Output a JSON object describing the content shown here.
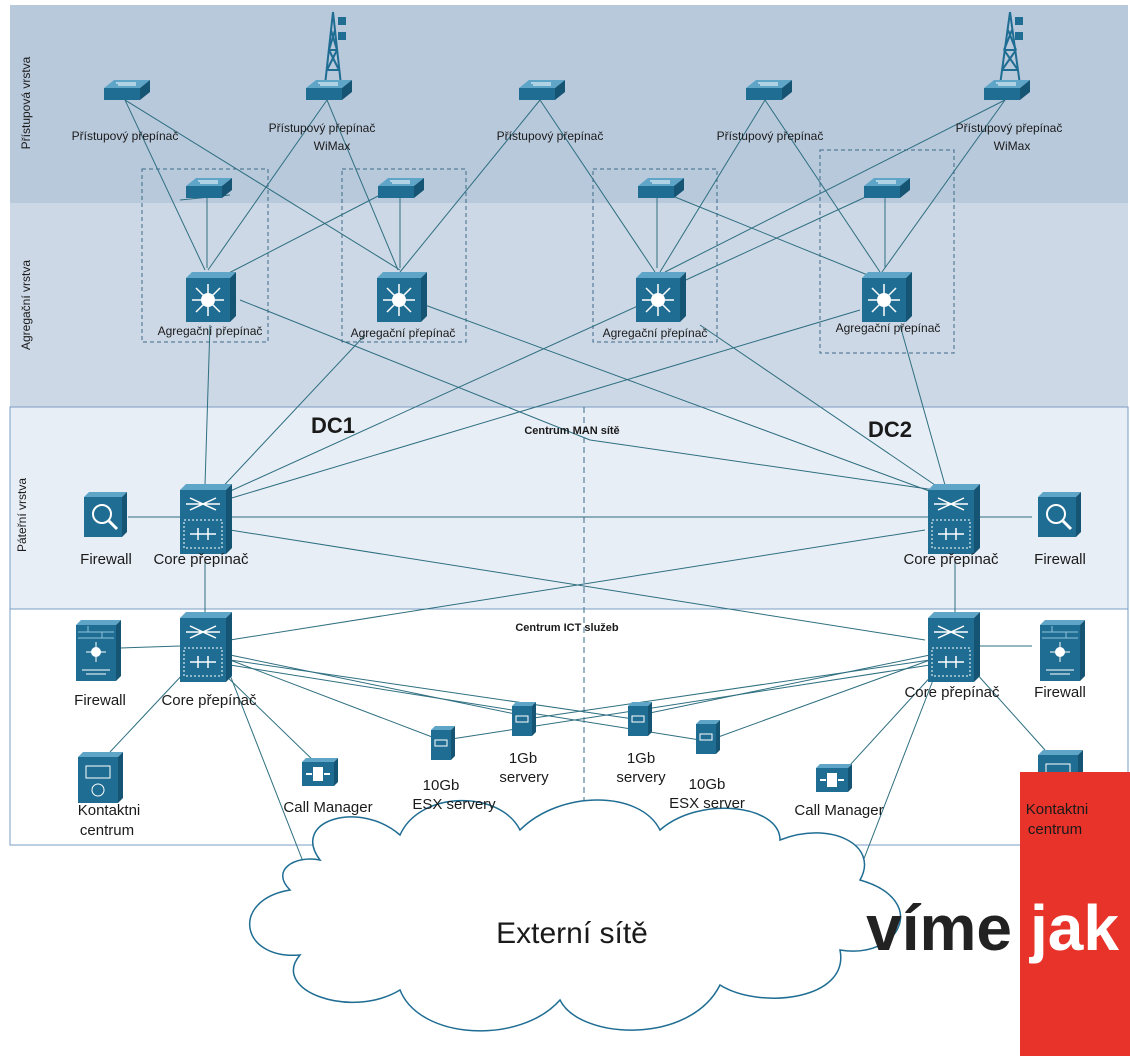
{
  "layers": {
    "access": "Přístupová vrstva",
    "aggregation": "Agregační vrstva",
    "core": "Páteřní vrstva"
  },
  "zones": {
    "man": "Centrum MAN sítě",
    "ict": "Centrum ICT služeb",
    "dc1": "DC1",
    "dc2": "DC2"
  },
  "labels": {
    "access_switch": "Přístupový přepínač",
    "access_switch_wimax_1": "Přístupový  přepínač",
    "access_switch_wimax_2": "Přístupový přepínač",
    "wimax": "WiMax",
    "aggregation_switch": "Agregační přepínač",
    "core_switch": "Core přepínač",
    "firewall": "Firewall",
    "contact_center_1": "Kontaktni",
    "contact_center_2": "centrum",
    "call_manager": "Call Manager",
    "esx_10gb_1": "10Gb",
    "esx_servery": "ESX servery",
    "esx_server": "ESX server",
    "gb1": "1Gb",
    "servery": "servery",
    "external": "Externí sítě"
  },
  "logo": {
    "word1": "víme",
    "word2": "jak",
    "accent": "#e8332a"
  },
  "colors": {
    "access_band": "#b9c9dc",
    "aggregation_band": "#cdd8e6",
    "core_band": "#e8eef6",
    "device": "#1f6d93",
    "line": "#2e6f80"
  }
}
